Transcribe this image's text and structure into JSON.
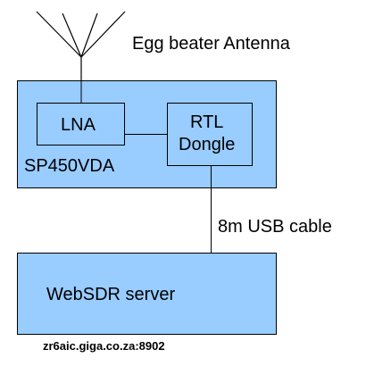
{
  "antenna": {
    "label": "Egg beater Antenna"
  },
  "enclosure": {
    "label": "SP450VDA"
  },
  "lna": {
    "label": "LNA"
  },
  "dongle": {
    "line1": "RTL",
    "line2": "Dongle"
  },
  "cable": {
    "label": "8m USB cable"
  },
  "server": {
    "label": "WebSDR server"
  },
  "footer": {
    "address": "zr6aic.giga.co.za:8902"
  },
  "colors": {
    "box_fill": "#99ccff",
    "stroke": "#000000",
    "background": "#ffffff"
  }
}
